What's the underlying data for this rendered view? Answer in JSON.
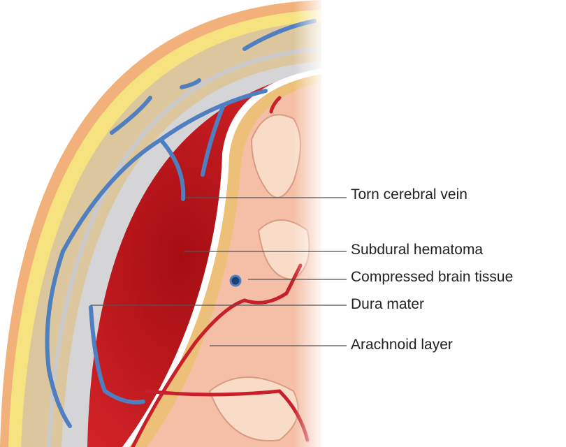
{
  "labels": {
    "torn_vein": "Torn cerebral vein",
    "hematoma": "Subdural hematoma",
    "compressed": "Compressed brain tissue",
    "dura": "Dura mater",
    "arachnoid": "Arachnoid layer"
  },
  "colors": {
    "skin": "#f2b07a",
    "fat": "#f6e27e",
    "bone": "#dcc69e",
    "dura": "#d5d5d8",
    "hematoma": "#c5161c",
    "brain": "#f4bfa6",
    "vein": "#4f7fc0",
    "artery": "#c8202a"
  }
}
